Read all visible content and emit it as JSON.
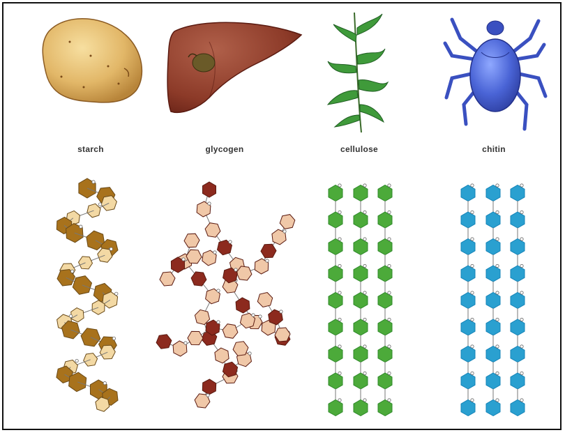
{
  "columns": [
    {
      "key": "starch",
      "label": "starch",
      "source_icon": "potato-icon",
      "colors": {
        "light": "#f3d9a4",
        "dark": "#a8721c",
        "mid": "#d19b3a"
      }
    },
    {
      "key": "glycogen",
      "label": "glycogen",
      "source_icon": "liver-icon",
      "colors": {
        "light": "#f0c8a8",
        "dark": "#8c2a1e",
        "mid": "#b8563c"
      }
    },
    {
      "key": "cellulose",
      "label": "cellulose",
      "source_icon": "plant-icon",
      "colors": {
        "light": "#6cc24a",
        "dark": "#2f8a2a",
        "mid": "#4caa3a"
      }
    },
    {
      "key": "chitin",
      "label": "chitin",
      "source_icon": "tick-icon",
      "colors": {
        "light": "#3fb6e0",
        "dark": "#1684b8",
        "mid": "#2aa0d0"
      }
    }
  ]
}
